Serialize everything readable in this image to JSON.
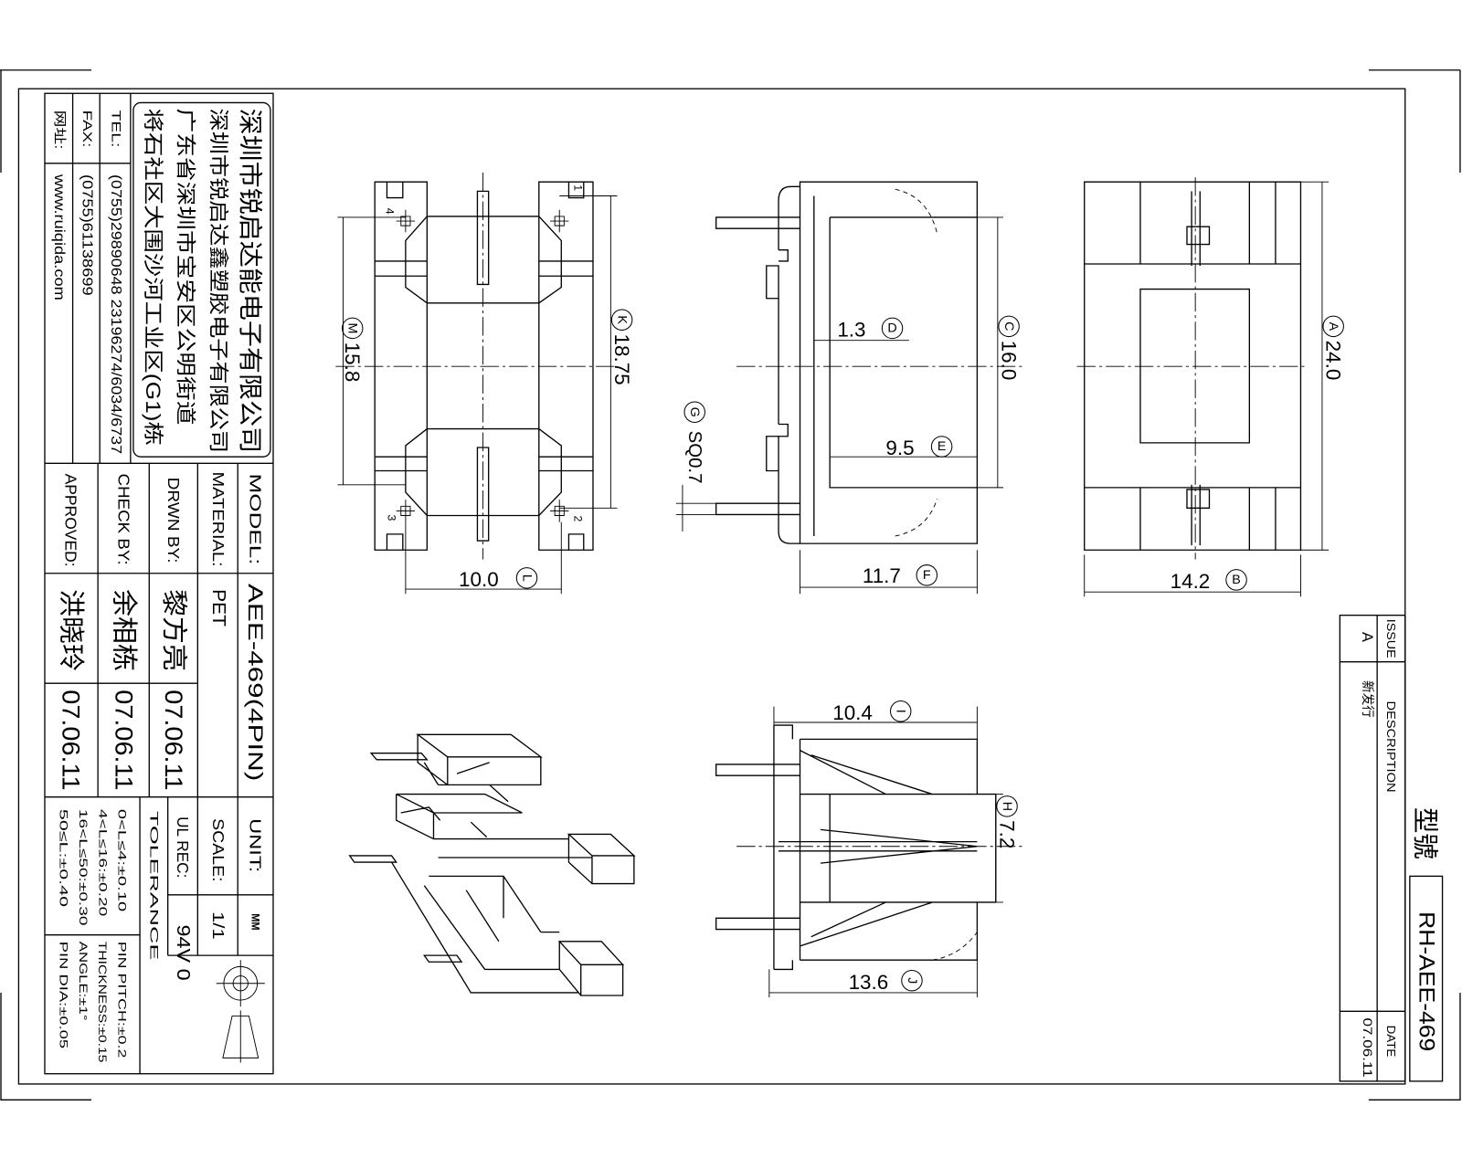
{
  "company": {
    "name_1": "深圳市锐启达能电子有限公司",
    "name_2": "深圳市锐启达鑫塑胶电子有限公司",
    "address_1": "广东省深圳市宝安区公明街道",
    "address_2": "将石社区大围沙河工业区(G1)栋"
  },
  "contact": {
    "tel_label": "TEL:",
    "tel": "(0755)29890648 23196274/6034/6737",
    "fax_label": "FAX:",
    "fax": "(0755)61138699",
    "web_label": "网址:",
    "web": "www.ruiqida.com"
  },
  "title_block": {
    "model_label": "MODEL:",
    "model": "AEE-469(4PIN)",
    "material_label": "MATERIAL:",
    "material": "PET",
    "drawn_label": "DRWN BY:",
    "drawn_by": "黎方亮",
    "drawn_date": "07.06.11",
    "check_label": "CHECK BY:",
    "checked_by": "余相栋",
    "checked_date": "07.06.11",
    "approved_label": "APPROVED:",
    "approved_by": "洪晓玲",
    "approved_date": "07.06.11",
    "unit_label": "UNIT:",
    "unit": "MM",
    "scale_label": "SCALE:",
    "scale": "1/1",
    "ul_label": "UL REC:",
    "ul": "94V 0",
    "tolerance_label": "TOLERANCE",
    "tolerances": [
      "0<L≤4:±0.10",
      "4<L≤16:±0.20",
      "16<L≤50:±0.30",
      "50≤L:±0.40"
    ],
    "tolerances_2": [
      "PIN PITCH:±0.2",
      "THICKNESS:±0.15",
      "ANGLE:±1°",
      "PIN DIA:±0.05"
    ]
  },
  "revision": {
    "issue_label": "ISSUE",
    "issue": "A",
    "description_label": "DESCRIPTION",
    "description": "新发行",
    "date_label": "DATE",
    "date": "07.06.11"
  },
  "part": {
    "label": "型號",
    "number": "RH-AEE-469"
  },
  "dimensions": {
    "A": {
      "letter": "A",
      "value": "24.0"
    },
    "B": {
      "letter": "B",
      "value": "14.2"
    },
    "C": {
      "letter": "C",
      "value": "16.0"
    },
    "D": {
      "letter": "D",
      "value": "1.3"
    },
    "E": {
      "letter": "E",
      "value": "9.5"
    },
    "F": {
      "letter": "F",
      "value": "11.7"
    },
    "G": {
      "letter": "G",
      "value": "SQ0.7"
    },
    "H": {
      "letter": "H",
      "value": "7.2"
    },
    "I": {
      "letter": "I",
      "value": "10.4"
    },
    "J": {
      "letter": "J",
      "value": "13.6"
    },
    "K": {
      "letter": "K",
      "value": "18.75"
    },
    "L": {
      "letter": "L",
      "value": "10.0"
    },
    "M": {
      "letter": "M",
      "value": "15.8"
    }
  },
  "pins": [
    "1",
    "2",
    "3",
    "4"
  ],
  "colors": {
    "ink": "#000000",
    "paper": "#ffffff"
  }
}
